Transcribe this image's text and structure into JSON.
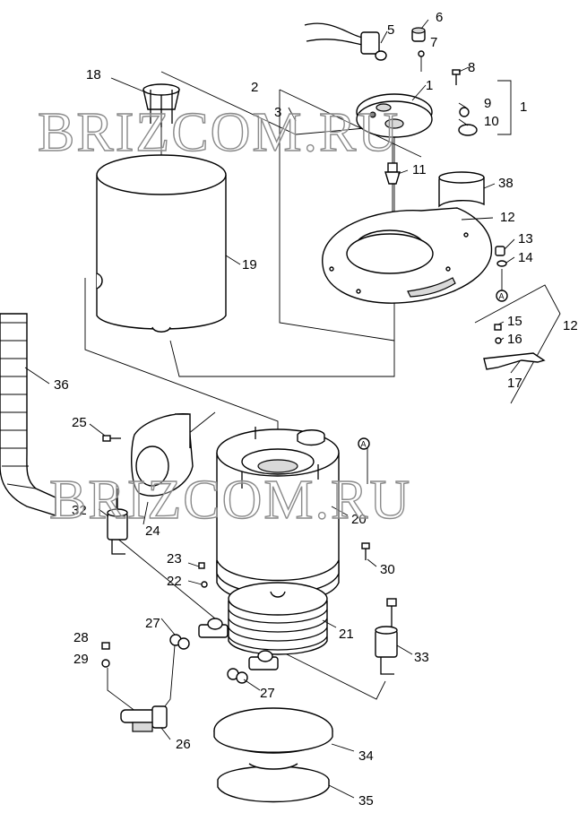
{
  "watermarks": [
    "BRIZCOM.RU",
    "BRIZCOM.RU"
  ],
  "callouts": {
    "c1": "1",
    "c1b": "1",
    "c2": "2",
    "c3": "3",
    "c5": "5",
    "c6": "6",
    "c7": "7",
    "c8": "8",
    "c9": "9",
    "c10": "10",
    "c11": "11",
    "c12": "12",
    "c12b": "12",
    "c13": "13",
    "c14": "14",
    "c15": "15",
    "c16": "16",
    "c17": "17",
    "c18": "18",
    "c19": "19",
    "c20": "20",
    "c21": "21",
    "c22": "22",
    "c23": "23",
    "c24": "24",
    "c25": "25",
    "c26": "26",
    "c27": "27",
    "c27b": "27",
    "c28": "28",
    "c29": "29",
    "c30": "30",
    "c32": "32",
    "c33": "33",
    "c34": "34",
    "c35": "35",
    "c36": "36",
    "c38": "38"
  },
  "connection_markers": {
    "a1": "A",
    "a2": "A"
  }
}
